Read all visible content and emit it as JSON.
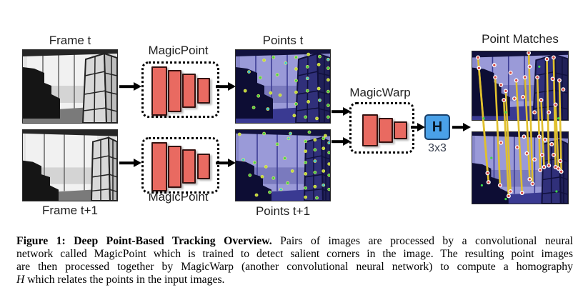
{
  "labels": {
    "frame_t": "Frame t",
    "frame_t1": "Frame t+1",
    "magicpoint": "MagicPoint",
    "points_t": "Points t",
    "points_t1": "Points t+1",
    "magicwarp": "MagicWarp",
    "h_symbol": "H",
    "h_size": "3x3",
    "point_matches": "Point Matches"
  },
  "colors": {
    "bar_fill": "#e96a61",
    "bar_stroke": "#351311",
    "h_fill": "#4aa1e8",
    "h_stroke": "#18406b",
    "match_line": "#e0c02e",
    "match_dot_fill": "#d4453e",
    "match_dot_ring": "#ffffff",
    "detect_dot_colors": [
      "#3fd648",
      "#c6e032",
      "#38cbd8"
    ],
    "arrow": "#000000"
  },
  "points_t_dots": [
    [
      64,
      10,
      0
    ],
    [
      77,
      6,
      1
    ],
    [
      89,
      9,
      0
    ],
    [
      98,
      13,
      2
    ],
    [
      64,
      26,
      1
    ],
    [
      76,
      23,
      0
    ],
    [
      88,
      20,
      1
    ],
    [
      98,
      25,
      0
    ],
    [
      64,
      42,
      0
    ],
    [
      76,
      39,
      2
    ],
    [
      98,
      41,
      1
    ],
    [
      64,
      58,
      1
    ],
    [
      76,
      56,
      0
    ],
    [
      88,
      53,
      1
    ],
    [
      98,
      57,
      0
    ],
    [
      64,
      74,
      0
    ],
    [
      77,
      71,
      1
    ],
    [
      89,
      69,
      2
    ],
    [
      98,
      76,
      0
    ],
    [
      62,
      90,
      1
    ],
    [
      74,
      92,
      0
    ],
    [
      86,
      94,
      1
    ],
    [
      98,
      92,
      0
    ],
    [
      14,
      30,
      2
    ],
    [
      26,
      38,
      0
    ],
    [
      10,
      56,
      1
    ],
    [
      24,
      63,
      0
    ],
    [
      37,
      59,
      1
    ],
    [
      19,
      79,
      0
    ],
    [
      34,
      81,
      2
    ],
    [
      47,
      62,
      1
    ],
    [
      44,
      34,
      0
    ],
    [
      53,
      18,
      2
    ],
    [
      40,
      10,
      0
    ],
    [
      30,
      14,
      1
    ]
  ],
  "points_t1_dots": [
    [
      74,
      16,
      0
    ],
    [
      84,
      14,
      1
    ],
    [
      93,
      12,
      0
    ],
    [
      99,
      18,
      2
    ],
    [
      74,
      30,
      1
    ],
    [
      84,
      28,
      0
    ],
    [
      93,
      26,
      1
    ],
    [
      99,
      32,
      0
    ],
    [
      74,
      46,
      0
    ],
    [
      84,
      44,
      2
    ],
    [
      99,
      48,
      1
    ],
    [
      74,
      62,
      1
    ],
    [
      84,
      60,
      0
    ],
    [
      93,
      58,
      1
    ],
    [
      99,
      64,
      0
    ],
    [
      74,
      82,
      0
    ],
    [
      84,
      80,
      1
    ],
    [
      93,
      78,
      2
    ],
    [
      99,
      84,
      0
    ],
    [
      74,
      95,
      1
    ],
    [
      86,
      96,
      0
    ],
    [
      8,
      42,
      2
    ],
    [
      20,
      46,
      0
    ],
    [
      32,
      52,
      1
    ],
    [
      15,
      64,
      0
    ],
    [
      28,
      66,
      1
    ],
    [
      40,
      68,
      0
    ],
    [
      48,
      84,
      2
    ],
    [
      36,
      88,
      0
    ],
    [
      22,
      92,
      1
    ],
    [
      44,
      20,
      0
    ],
    [
      56,
      12,
      2
    ],
    [
      52,
      40,
      0
    ],
    [
      60,
      58,
      1
    ],
    [
      55,
      75,
      0
    ],
    [
      4,
      6,
      1
    ],
    [
      30,
      5,
      0
    ],
    [
      58,
      5,
      2
    ],
    [
      78,
      3,
      0
    ],
    [
      95,
      8,
      1
    ]
  ],
  "point_matches": {
    "matches": [
      [
        6,
        4,
        16,
        80
      ],
      [
        7,
        11,
        17,
        86
      ],
      [
        24,
        17,
        29,
        88
      ],
      [
        35,
        26,
        40,
        92
      ],
      [
        33,
        32,
        38,
        95
      ],
      [
        46,
        19,
        52,
        93
      ],
      [
        59,
        1,
        63,
        87
      ],
      [
        55,
        17,
        60,
        84
      ],
      [
        68,
        17,
        71,
        78
      ],
      [
        72,
        32,
        75,
        76
      ],
      [
        78,
        5,
        80,
        75
      ],
      [
        85,
        4,
        87,
        76
      ],
      [
        87,
        35,
        90,
        77
      ],
      [
        91,
        19,
        93,
        79
      ]
    ],
    "top_extra_dots": [
      [
        44,
        31
      ],
      [
        53,
        30
      ],
      [
        65,
        40
      ],
      [
        80,
        40
      ],
      [
        84,
        18
      ],
      [
        23,
        9
      ],
      [
        60,
        10
      ],
      [
        95,
        25
      ],
      [
        40,
        14
      ],
      [
        30,
        22
      ]
    ],
    "bottom_extra_dots": [
      [
        54,
        56
      ],
      [
        70,
        56
      ],
      [
        76,
        58
      ],
      [
        83,
        61
      ],
      [
        57,
        67
      ],
      [
        73,
        68
      ],
      [
        65,
        71
      ],
      [
        85,
        68
      ],
      [
        92,
        72
      ],
      [
        30,
        60
      ],
      [
        47,
        63
      ]
    ],
    "top_green_dots": [
      [
        12,
        44
      ],
      [
        90,
        44
      ],
      [
        70,
        10
      ],
      [
        35,
        40
      ]
    ],
    "bottom_green_dots": [
      [
        10,
        88
      ],
      [
        35,
        97
      ],
      [
        88,
        92
      ],
      [
        20,
        70
      ]
    ]
  },
  "caption": {
    "lines": [
      {
        "bold": "Figure 1: Deep Point-Based Tracking Overview.",
        "text": " Pairs of images are processed by a convolutional neural"
      },
      {
        "text": "network called MagicPoint which is trained to detect salient corners in the image. The resulting point images"
      },
      {
        "text": "are then processed together by MagicWarp (another convolutional neural network) to compute a homography"
      },
      {
        "italic": "H",
        "text": " which relates the points in the input images.",
        "last": true
      }
    ]
  }
}
